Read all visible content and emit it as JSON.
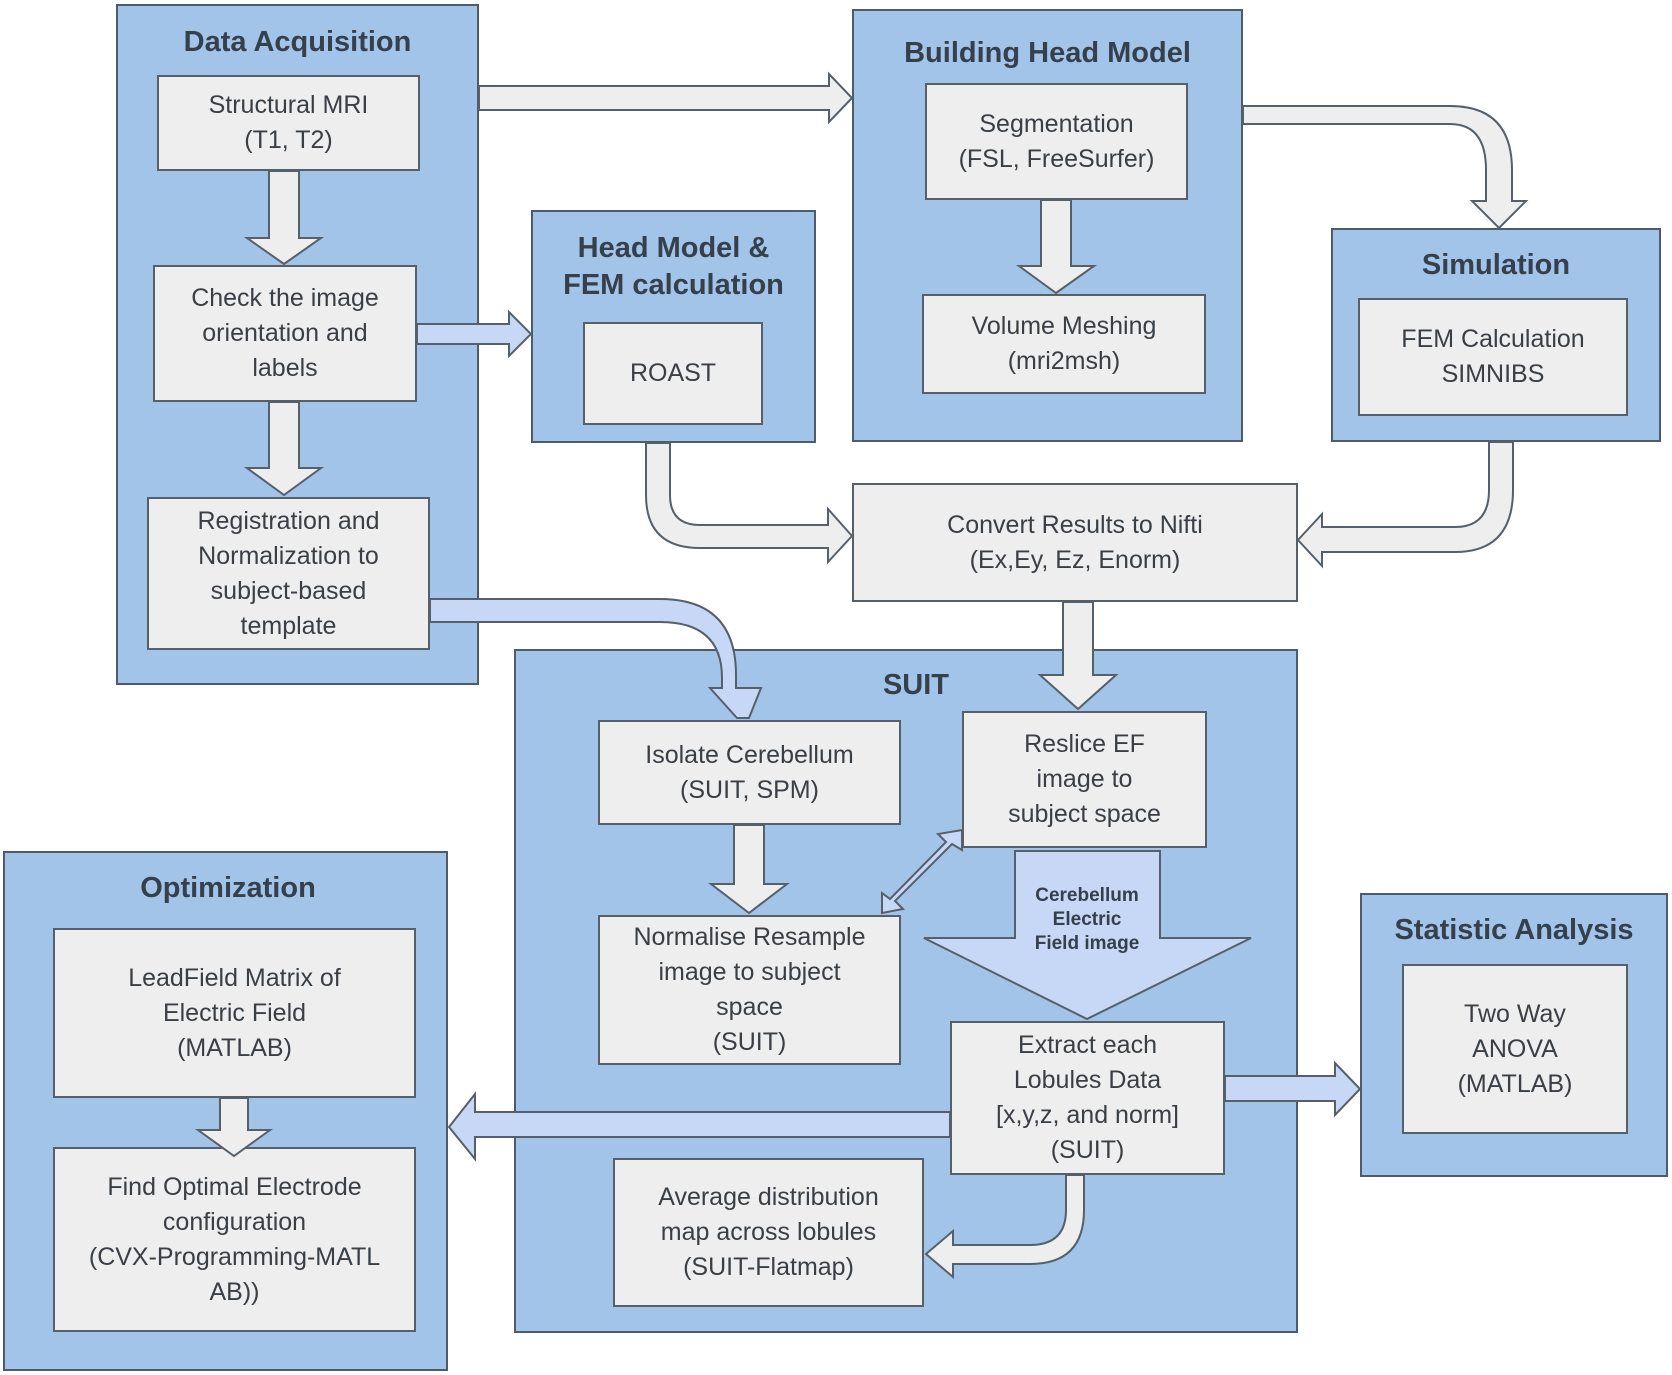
{
  "colors": {
    "group_fill": "#a3c4e9",
    "box_fill": "#eeeeee",
    "gray_arrow": "#eeeeee",
    "blue_arrow": "#c7d7f6",
    "outline": "#55606b",
    "title_text": "#35404d"
  },
  "groups": {
    "data_acquisition": {
      "title": "Data Acquisition"
    },
    "building_head_model": {
      "title": "Building Head Model"
    },
    "head_model_fem": {
      "title": "Head Model &\nFEM calculation"
    },
    "simulation": {
      "title": "Simulation"
    },
    "suit": {
      "title": "SUIT"
    },
    "optimization": {
      "title": "Optimization"
    },
    "statistic_analysis": {
      "title": "Statistic Analysis"
    }
  },
  "boxes": {
    "structural_mri": "Structural MRI\n(T1, T2)",
    "check_orientation": "Check the image\norientation and\nlabels",
    "registration": "Registration and\nNormalization to\nsubject-based\ntemplate",
    "roast": "ROAST",
    "segmentation": "Segmentation\n(FSL, FreeSurfer)",
    "volume_meshing": "Volume Meshing\n(mri2msh)",
    "fem_simnibs": "FEM Calculation\nSIMNIBS",
    "convert_nifti": "Convert Results to Nifti\n(Ex,Ey, Ez, Enorm)",
    "isolate_cerebellum": "Isolate Cerebellum\n(SUIT, SPM)",
    "reslice_ef": "Reslice EF\nimage to\nsubject space",
    "normalise_resample": "Normalise Resample\nimage to subject\nspace\n(SUIT)",
    "extract_lobules": "Extract each\nLobules Data\n[x,y,z, and norm]\n(SUIT)",
    "average_distribution": "Average distribution\nmap across lobules\n(SUIT-Flatmap)",
    "leadfield": "LeadField Matrix of\nElectric Field\n(MATLAB)",
    "find_optimal": "Find Optimal Electrode\nconfiguration\n(CVX-Programming-MATL\nAB))",
    "two_way_anova": "Two Way\nANOVA\n(MATLAB)"
  },
  "arrow_labels": {
    "cerebellum_ef_line1": "Cerebellum",
    "cerebellum_ef_line2": "Electric",
    "cerebellum_ef_line3": "Field image"
  }
}
